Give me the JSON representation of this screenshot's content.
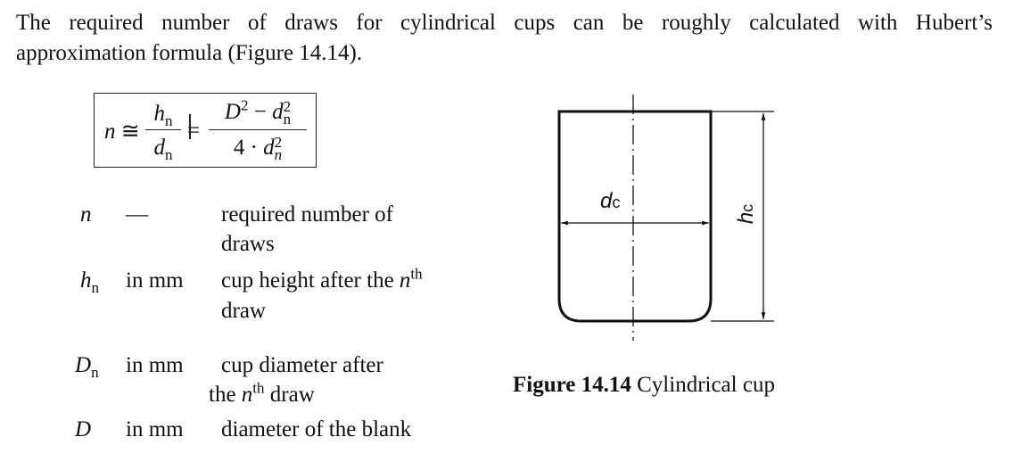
{
  "paragraph": {
    "line1": "The required number of draws for cylindrical cups can be roughly calculated with Hubert’s",
    "line2": "approximation formula (Figure 14.14)."
  },
  "formula": {
    "lhs": "n",
    "approx": "≅",
    "frac1_num_var": "h",
    "frac1_num_sub": "n",
    "frac1_den_var": "d",
    "frac1_den_sub": "n",
    "equals": "=",
    "frac2_num_D": "D",
    "frac2_num_exp": "2",
    "frac2_num_minus": "−",
    "frac2_num_d": "d",
    "frac2_num_d_exp": "2",
    "frac2_num_d_sub": "n",
    "frac2_den_coef": "4 ·",
    "frac2_den_d": "d",
    "frac2_den_exp": "2",
    "frac2_den_sub": "n"
  },
  "definitions": [
    {
      "symbol": "n",
      "sub": "",
      "unit": "—",
      "desc_line1": "required number of",
      "desc_line2": "draws"
    },
    {
      "symbol": "h",
      "sub": "n",
      "unit": "in mm",
      "desc_line1": "cup height after the ",
      "desc_line1_var": "n",
      "desc_line1_sup": "th",
      "desc_line2": "draw"
    },
    {
      "symbol": "D",
      "sub": "n",
      "unit": "in mm",
      "desc_line1": "cup diameter after",
      "desc_line2_pre": "the ",
      "desc_line2_var": "n",
      "desc_line2_sup": "th",
      "desc_line2": " draw"
    },
    {
      "symbol": "D",
      "sub": "",
      "unit": "in mm",
      "desc_line1": "diameter of the blank"
    }
  ],
  "figure": {
    "label_dc": "d",
    "label_dc_sub": "c",
    "label_hc": "h",
    "label_hc_sub": "c",
    "caption_number": "Figure 14.14",
    "caption_text": " Cylindrical cup"
  }
}
